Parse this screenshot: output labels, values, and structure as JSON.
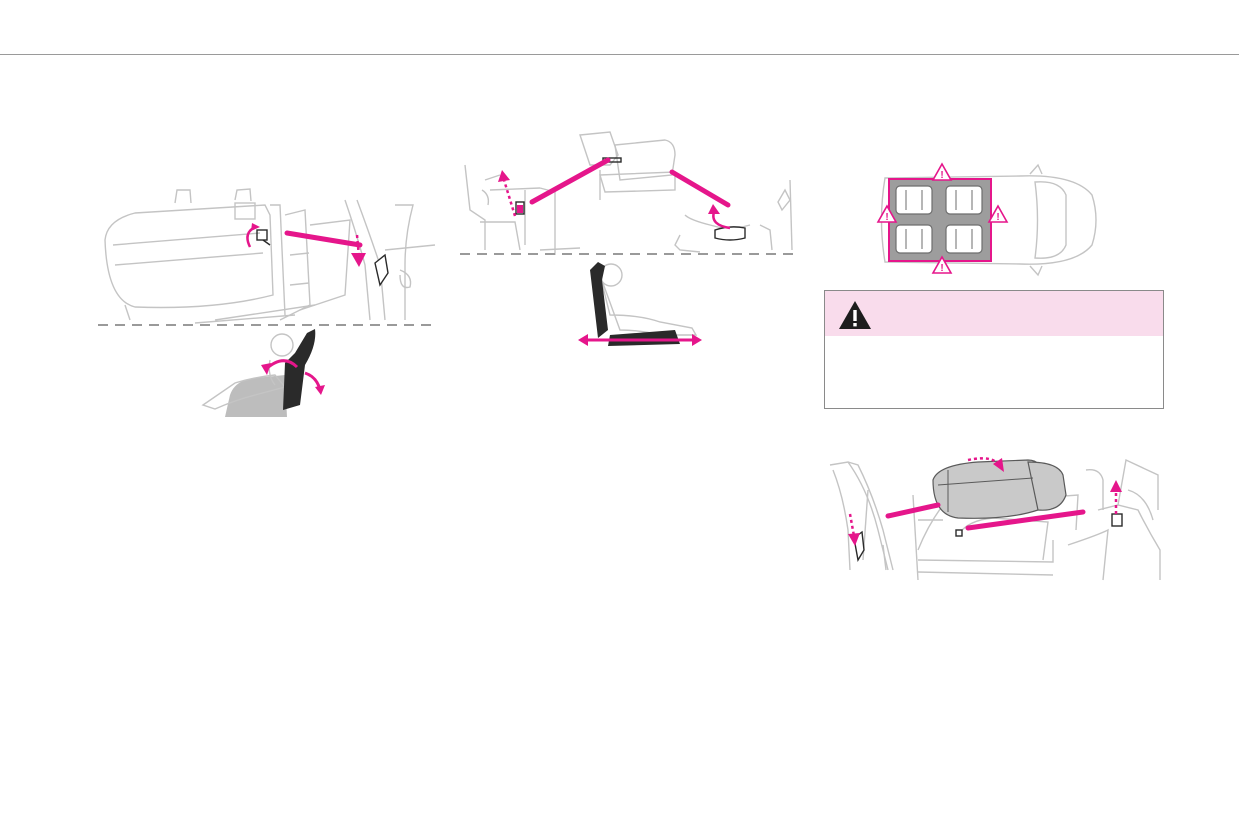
{
  "page": {
    "accent_color": "#e5168b",
    "line_color": "#b9b9b9",
    "dark_color": "#2a2a2a"
  },
  "illustrations": [
    {
      "name": "front-seat-backrest-adjustment",
      "icon": "seat-recline-icon"
    },
    {
      "name": "front-seat-fore-aft-adjustment",
      "icon": "seat-slide-icon"
    },
    {
      "name": "vehicle-top-view-seating-plan",
      "icon": "vehicle-top-view-icon"
    },
    {
      "name": "seat-folding-mechanism",
      "icon": "seat-fold-icon"
    }
  ],
  "warning": {
    "icon": "warning-triangle-icon",
    "title": "",
    "body": ""
  }
}
